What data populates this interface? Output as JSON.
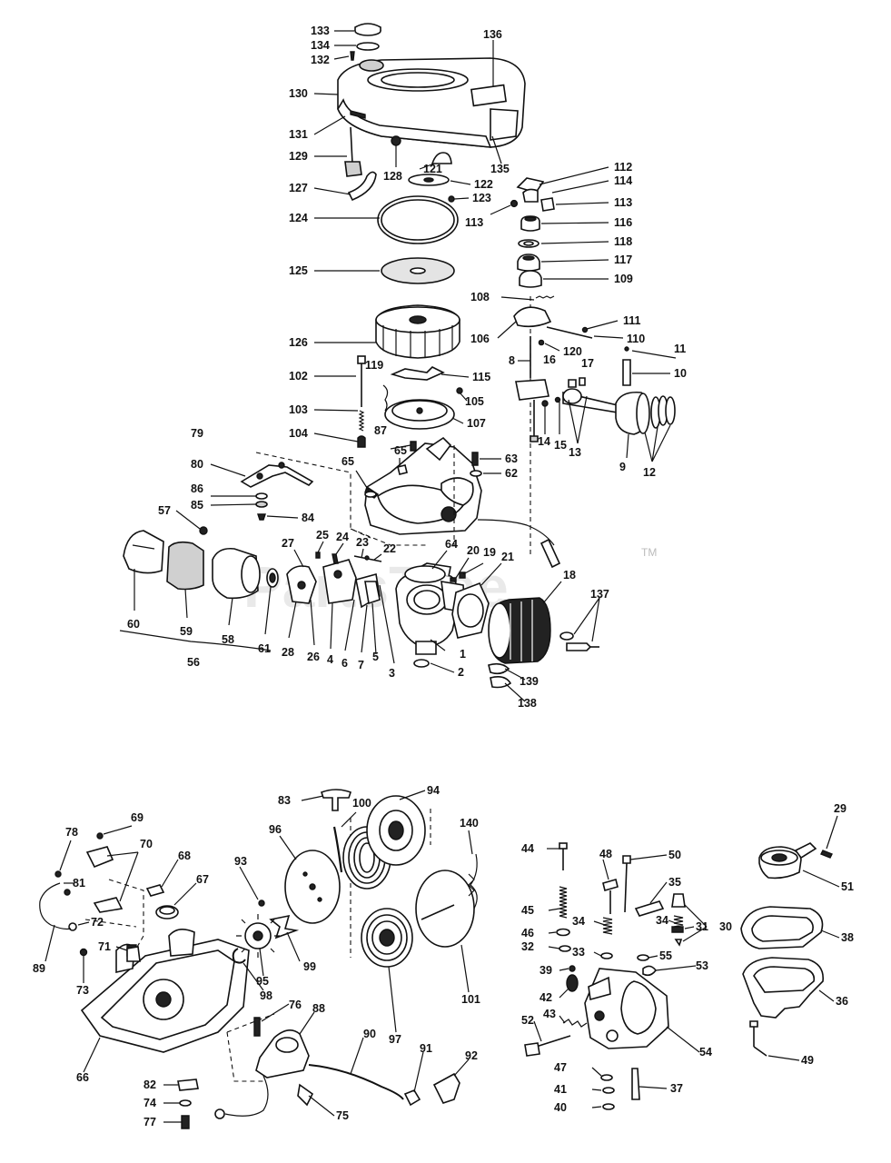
{
  "watermark": {
    "brand": "PartsTree",
    "trademark": "TM"
  },
  "labels": [
    "133",
    "134",
    "132",
    "136",
    "130",
    "131",
    "129",
    "128",
    "121",
    "135",
    "127",
    "122",
    "112",
    "114",
    "123",
    "113",
    "113",
    "124",
    "116",
    "118",
    "125",
    "117",
    "109",
    "108",
    "106",
    "111",
    "110",
    "126",
    "120",
    "8",
    "11",
    "16",
    "17",
    "10",
    "102",
    "119",
    "115",
    "105",
    "103",
    "107",
    "87",
    "14",
    "15",
    "13",
    "9",
    "12",
    "104",
    "65",
    "65",
    "63",
    "62",
    "79",
    "80",
    "86",
    "85",
    "84",
    "57",
    "25",
    "24",
    "27",
    "23",
    "22",
    "64",
    "20",
    "19",
    "21",
    "18",
    "137",
    "60",
    "59",
    "58",
    "61",
    "28",
    "26",
    "4",
    "6",
    "7",
    "5",
    "3",
    "1",
    "2",
    "56",
    "139",
    "138",
    "83",
    "100",
    "94",
    "69",
    "78",
    "70",
    "140",
    "96",
    "68",
    "93",
    "67",
    "81",
    "72",
    "89",
    "73",
    "71",
    "99",
    "95",
    "98",
    "66",
    "97",
    "101",
    "76",
    "88",
    "90",
    "91",
    "92",
    "82",
    "74",
    "77",
    "75",
    "29",
    "44",
    "48",
    "50",
    "35",
    "51",
    "38",
    "45",
    "34",
    "34",
    "31",
    "30",
    "46",
    "32",
    "33",
    "55",
    "53",
    "39",
    "42",
    "36",
    "52",
    "43",
    "54",
    "49",
    "47",
    "41",
    "37",
    "40"
  ]
}
